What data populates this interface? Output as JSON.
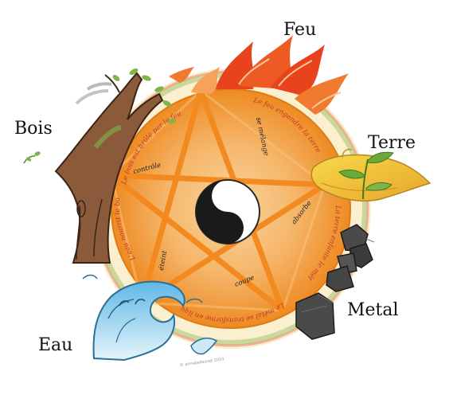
{
  "elements": {
    "feu": "Feu",
    "terre": "Terre",
    "metal": "Metal",
    "eau": "Eau",
    "bois": "Bois"
  },
  "cycle_arcs": {
    "bois_to_feu": "Le bois est brûlé par le feu",
    "feu_to_terre": "Le feu engendre la terre",
    "terre_to_metal": "La terre enfante le métal",
    "metal_to_eau": "Le métal se transforme en liquide",
    "eau_to_bois": "L'eau nourrit le bois"
  },
  "control_labels": {
    "controle": "contrôle",
    "se_melange": "se mélange",
    "absorbe": "absorbe",
    "coupe": "coupe",
    "eteint": "éteint"
  },
  "credit": "© annabellesvet 2010",
  "colors": {
    "disc_outer": "#f08a1c",
    "disc_inner": "#f7c07a",
    "star_stroke": "#f5a43a",
    "fire": "#e8431d",
    "fire_light": "#f7a25b",
    "earth": "#f2c230",
    "wood": "#8a5a3a",
    "water": "#7fc7ea",
    "metal": "#4a4a4a",
    "leaf": "#7fb548"
  },
  "icons": {
    "center": "yin-yang-icon",
    "wood": "tree-icon",
    "fire": "flame-icon",
    "earth": "plant-icon",
    "metal": "rocks-icon",
    "water": "wave-icon"
  }
}
